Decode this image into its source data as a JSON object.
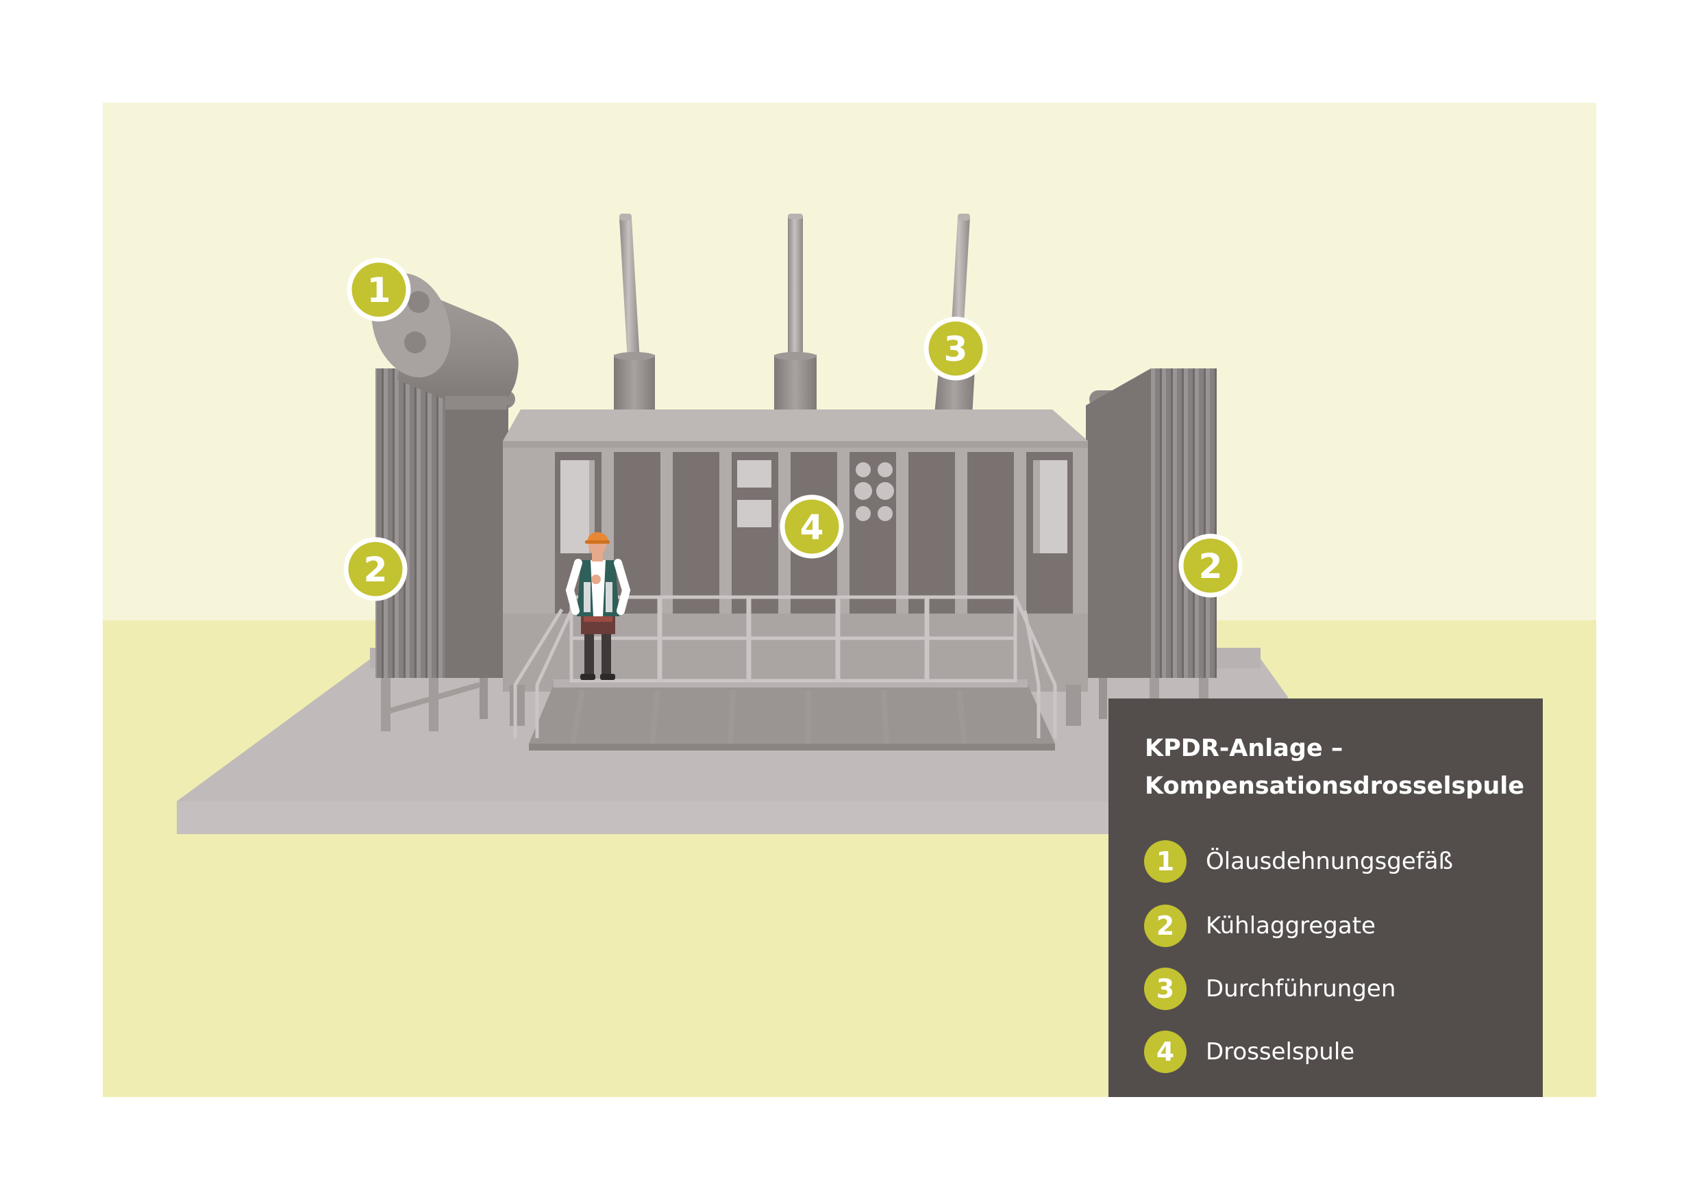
{
  "legend": {
    "title_line1": "KPDR-Anlage –",
    "title_line2": "Kompensationsdrosselspule",
    "items": [
      {
        "number": "1",
        "label": "Ölausdehnungsgefäß"
      },
      {
        "number": "2",
        "label": "Kühlaggregate"
      },
      {
        "number": "3",
        "label": "Durchführungen"
      },
      {
        "number": "4",
        "label": "Drosselspule"
      }
    ]
  },
  "markers": {
    "m1": "1",
    "m2_left": "2",
    "m2_right": "2",
    "m3": "3",
    "m4": "4"
  },
  "colors": {
    "sky": "#f6f5da",
    "ground": "#efedb1",
    "accent": "#c3c231",
    "legend_bg": "#534e4c",
    "machine": "#b1abaa",
    "panel": "#7a7270"
  }
}
